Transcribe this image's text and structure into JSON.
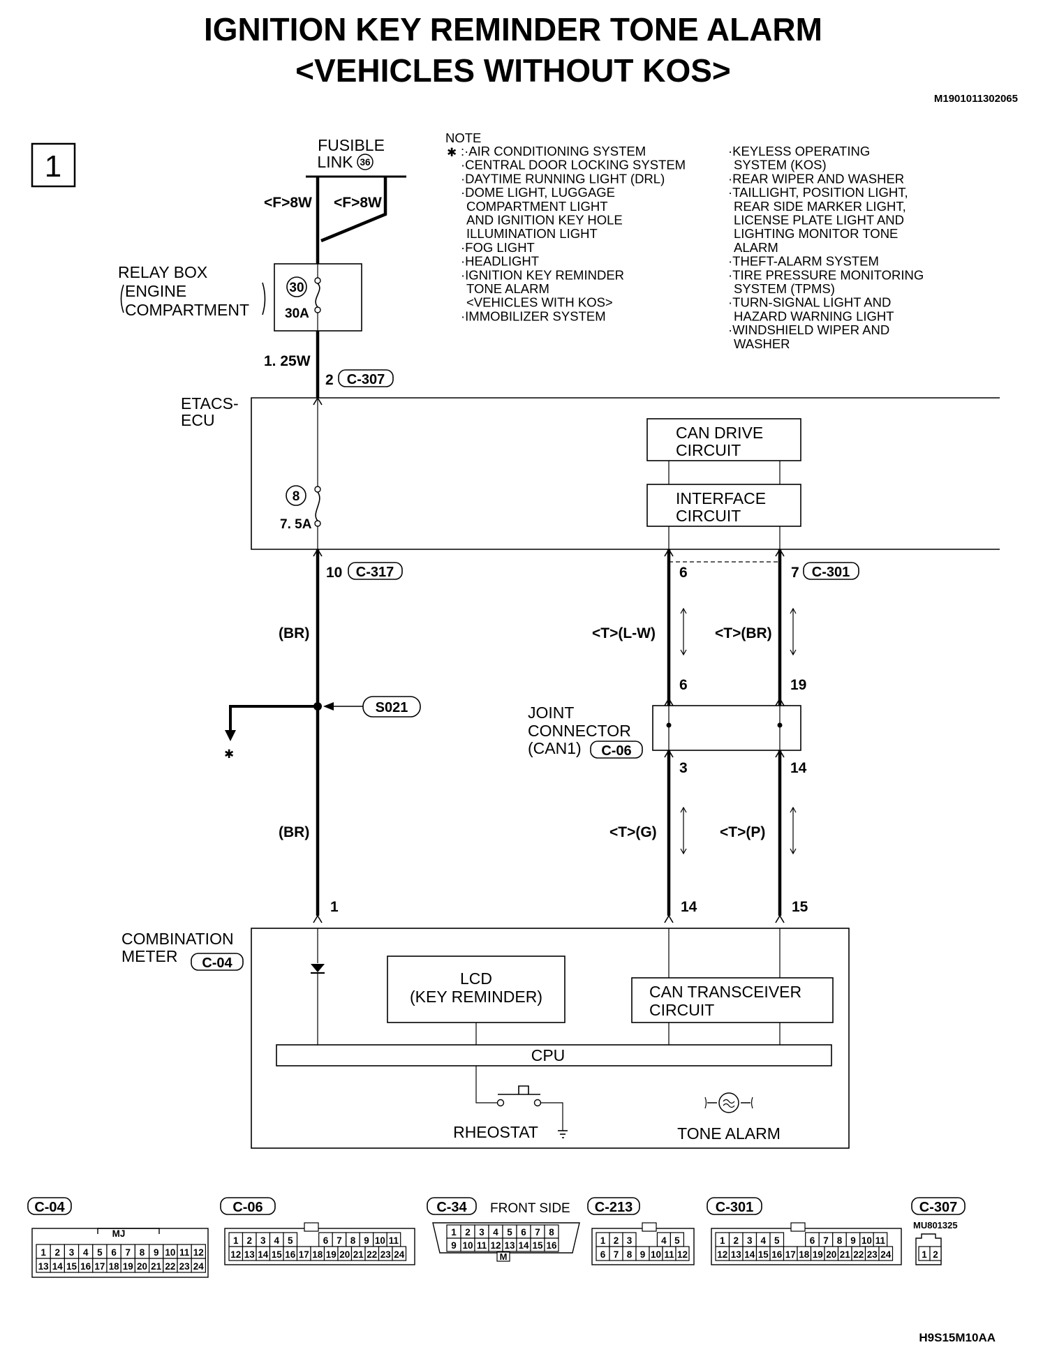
{
  "title": {
    "line1": "IGNITION KEY REMINDER TONE ALARM",
    "line2": "<VEHICLES WITHOUT KOS>",
    "doc_code": "M1901011302065",
    "figure_code": "H9S15M10AA"
  },
  "page_number": "1",
  "fusible_link": {
    "label1": "FUSIBLE",
    "label2": "LINK",
    "number": "36",
    "wire_left": "<F>8W",
    "wire_right": "<F>8W"
  },
  "relay_box": {
    "label1": "RELAY BOX",
    "label2": "ENGINE",
    "label3": "COMPARTMENT",
    "fuse_number": "30",
    "fuse_rating": "30A"
  },
  "wire_125": "1. 25W",
  "etacs": {
    "label1": "ETACS-",
    "label2": "ECU",
    "input_pin": "2",
    "input_conn": "C-307",
    "fuse_number": "8",
    "fuse_rating": "7. 5A",
    "out_pin": "10",
    "out_conn": "C-317",
    "can_drive1": "CAN DRIVE",
    "can_drive2": "CIRCUIT",
    "interface1": "INTERFACE",
    "interface2": "CIRCUIT",
    "can_pin_l": "6",
    "can_pin_r": "7",
    "can_conn": "C-301"
  },
  "note": {
    "header": "NOTE",
    "star": "✱",
    "left": [
      ":·AIR CONDITIONING SYSTEM",
      "·CENTRAL DOOR LOCKING SYSTEM",
      "·DAYTIME RUNNING LIGHT (DRL)",
      "·DOME LIGHT, LUGGAGE",
      "COMPARTMENT LIGHT",
      "AND IGNITION KEY HOLE",
      "ILLUMINATION LIGHT",
      "·FOG LIGHT",
      "·HEADLIGHT",
      "·IGNITION KEY REMINDER",
      "TONE ALARM",
      "<VEHICLES WITH KOS>",
      "·IMMOBILIZER SYSTEM"
    ],
    "right": [
      "·KEYLESS OPERATING",
      "SYSTEM (KOS)",
      "·REAR WIPER AND WASHER",
      "·TAILLIGHT, POSITION LIGHT,",
      "REAR SIDE MARKER LIGHT,",
      "LICENSE PLATE LIGHT AND",
      "LIGHTING MONITOR TONE",
      "ALARM",
      "·THEFT-ALARM SYSTEM",
      "·TIRE PRESSURE MONITORING",
      "SYSTEM (TPMS)",
      "·TURN-SIGNAL LIGHT AND",
      "HAZARD WARNING LIGHT",
      "·WINDSHIELD WIPER AND",
      "WASHER"
    ]
  },
  "wires": {
    "br_upper": "(BR)",
    "br_lower": "(BR)",
    "tlw": "<T>(L-W)",
    "tbr": "<T>(BR)",
    "tg": "<T>(G)",
    "tp": "<T>(P)"
  },
  "splice": {
    "id": "S021",
    "star": "✱"
  },
  "joint": {
    "label1": "JOINT",
    "label2": "CONNECTOR",
    "label3": "(CAN1)",
    "conn": "C-06",
    "pin_in_l": "6",
    "pin_in_r": "19",
    "pin_out_l": "3",
    "pin_out_r": "14"
  },
  "meter": {
    "label1": "COMBINATION",
    "label2": "METER",
    "conn": "C-04",
    "pin_power": "1",
    "pin_can_l": "14",
    "pin_can_r": "15",
    "lcd1": "LCD",
    "lcd2": "(KEY REMINDER)",
    "can1": "CAN TRANSCEIVER",
    "can2": "CIRCUIT",
    "cpu": "CPU",
    "rheostat": "RHEOSTAT",
    "tone": "TONE ALARM"
  },
  "connectors": {
    "c04": {
      "name": "C-04",
      "tag": "MJ",
      "row1": [
        "1",
        "2",
        "3",
        "4",
        "5",
        "6",
        "7",
        "8",
        "9",
        "10",
        "11",
        "12"
      ],
      "row2": [
        "13",
        "14",
        "15",
        "16",
        "17",
        "18",
        "19",
        "20",
        "21",
        "22",
        "23",
        "24"
      ]
    },
    "c06": {
      "name": "C-06",
      "row1": [
        "1",
        "2",
        "3",
        "4",
        "5",
        "6",
        "7",
        "8",
        "9",
        "10",
        "11"
      ],
      "row2": [
        "12",
        "13",
        "14",
        "15",
        "16",
        "17",
        "18",
        "19",
        "20",
        "21",
        "22",
        "23",
        "24"
      ]
    },
    "c34": {
      "name": "C-34",
      "side": "FRONT SIDE",
      "tag": "M",
      "row1": [
        "1",
        "2",
        "3",
        "4",
        "5",
        "6",
        "7",
        "8"
      ],
      "row2": [
        "9",
        "10",
        "11",
        "12",
        "13",
        "14",
        "15",
        "16"
      ]
    },
    "c213": {
      "name": "C-213",
      "row1": [
        "1",
        "2",
        "3",
        "4",
        "5"
      ],
      "row2": [
        "6",
        "7",
        "8",
        "9",
        "10",
        "11",
        "12"
      ]
    },
    "c301": {
      "name": "C-301",
      "row1": [
        "1",
        "2",
        "3",
        "4",
        "5",
        "6",
        "7",
        "8",
        "9",
        "10",
        "11"
      ],
      "row2": [
        "12",
        "13",
        "14",
        "15",
        "16",
        "17",
        "18",
        "19",
        "20",
        "21",
        "22",
        "23",
        "24"
      ]
    },
    "c307": {
      "name": "C-307",
      "part": "MU801325",
      "row1": [
        "1",
        "2"
      ]
    }
  }
}
